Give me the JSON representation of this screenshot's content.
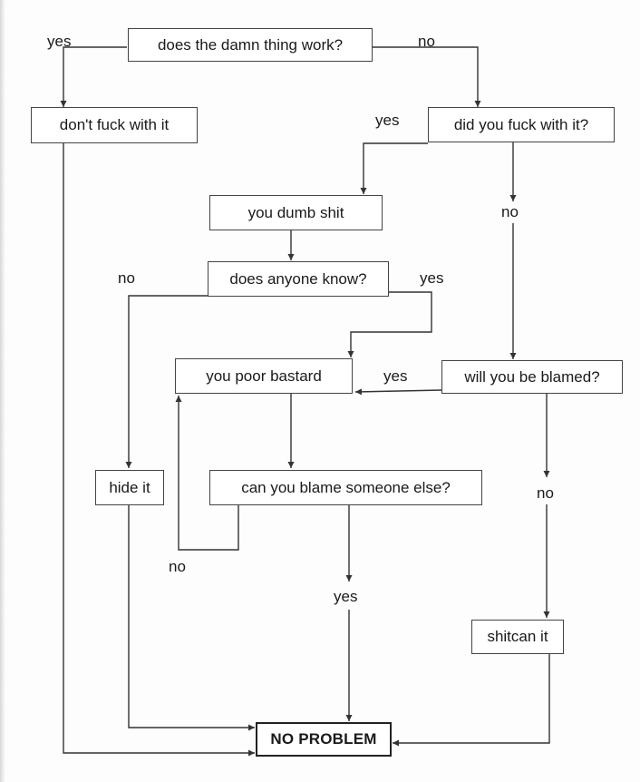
{
  "nodes": {
    "q_work": "does the damn thing work?",
    "dont_touch": "don't fuck with it",
    "q_touched": "did you fuck with it?",
    "dumb": "you dumb shit",
    "q_anyone": "does anyone know?",
    "poor": "you poor bastard",
    "q_blamed": "will you be blamed?",
    "hide": "hide it",
    "q_blame_else": "can you blame someone else?",
    "shitcan": "shitcan it",
    "no_problem": "NO PROBLEM"
  },
  "edge_labels": {
    "work_yes": "yes",
    "work_no": "no",
    "touched_yes": "yes",
    "touched_no": "no",
    "anyone_no": "no",
    "anyone_yes": "yes",
    "blamed_yes": "yes",
    "blamed_no": "no",
    "else_no": "no",
    "else_yes": "yes"
  }
}
